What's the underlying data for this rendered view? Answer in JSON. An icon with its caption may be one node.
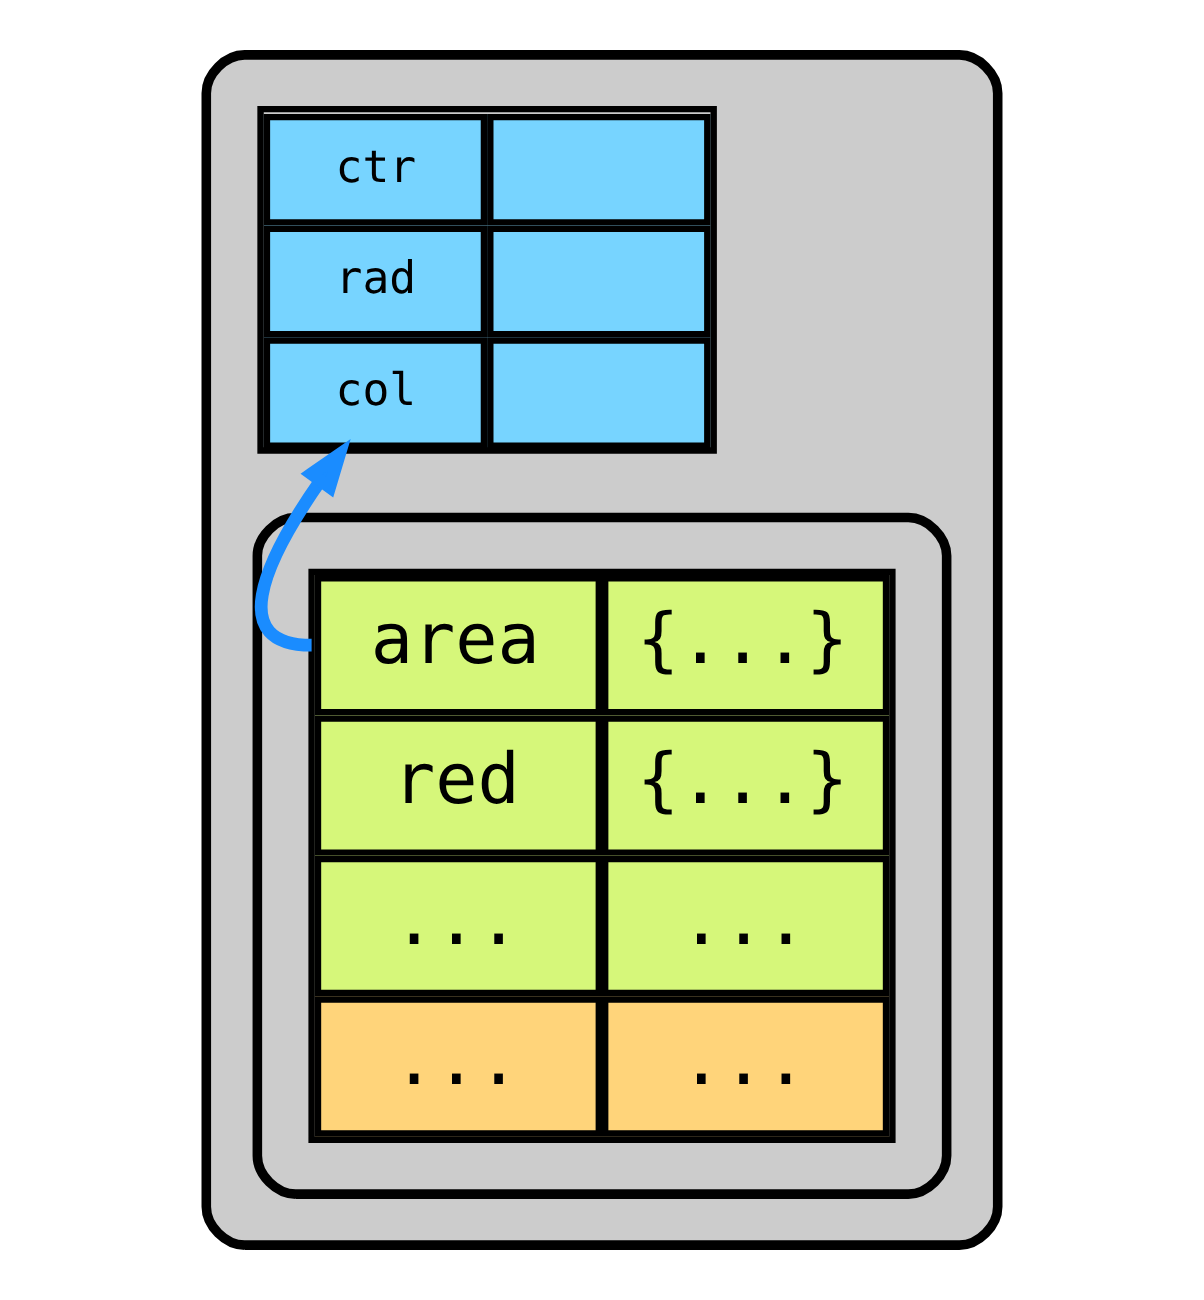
{
  "diagram": {
    "nodes": [
      {
        "text": [],
        "shape": "box"
      },
      {
        "text": [
          "ctr",
          "rad",
          "col"
        ],
        "in": 0
      },
      {
        "text": [],
        "shape": "box",
        "in": 0
      },
      {
        "text": [
          "area",
          "{...}",
          "red",
          "{...}",
          "...",
          "...",
          "...",
          "..."
        ],
        "in": 2
      }
    ],
    "edges": [
      {
        "from": 3,
        "to": 1,
        "arrow": "to"
      }
    ]
  }
}
